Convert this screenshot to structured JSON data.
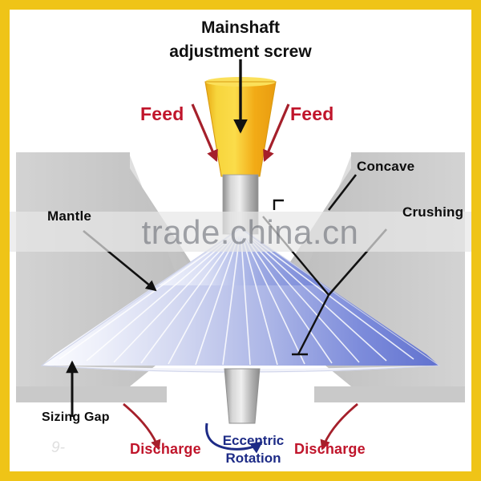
{
  "frame": {
    "border_color": "#efc417",
    "background": "#ffffff"
  },
  "diagram": {
    "subject": "cone-crusher-cross-section",
    "title_line1": "Mainshaft",
    "title_line2": "adjustment screw"
  },
  "labels": {
    "feed_left": "Feed",
    "feed_right": "Feed",
    "mantle": "Mantle",
    "concave": "Concave",
    "crushing": "Crushing",
    "sizing_gap": "Sizing Gap",
    "discharge_left": "Discharge",
    "discharge_right": "Discharge",
    "eccentric_line1": "Eccentric",
    "eccentric_line2": "Rotation"
  },
  "colors": {
    "border_yellow": "#efc417",
    "feed_red": "#c0152b",
    "discharge_red": "#c0152b",
    "eccentric_navy": "#1d2b86",
    "label_black": "#0d0d0d",
    "hopper_yellow": "#f5c21a",
    "hopper_orange": "#f0a81b",
    "mantle_blue": "#5d6fd0",
    "mantle_light": "#eaecf8",
    "frame_gray": "#c9c9c9",
    "shaft_gray": "#b4b4b4",
    "watermark_gray": "#6c7078"
  },
  "watermark": {
    "text": "trade.china.cn",
    "ghost": "9-"
  }
}
